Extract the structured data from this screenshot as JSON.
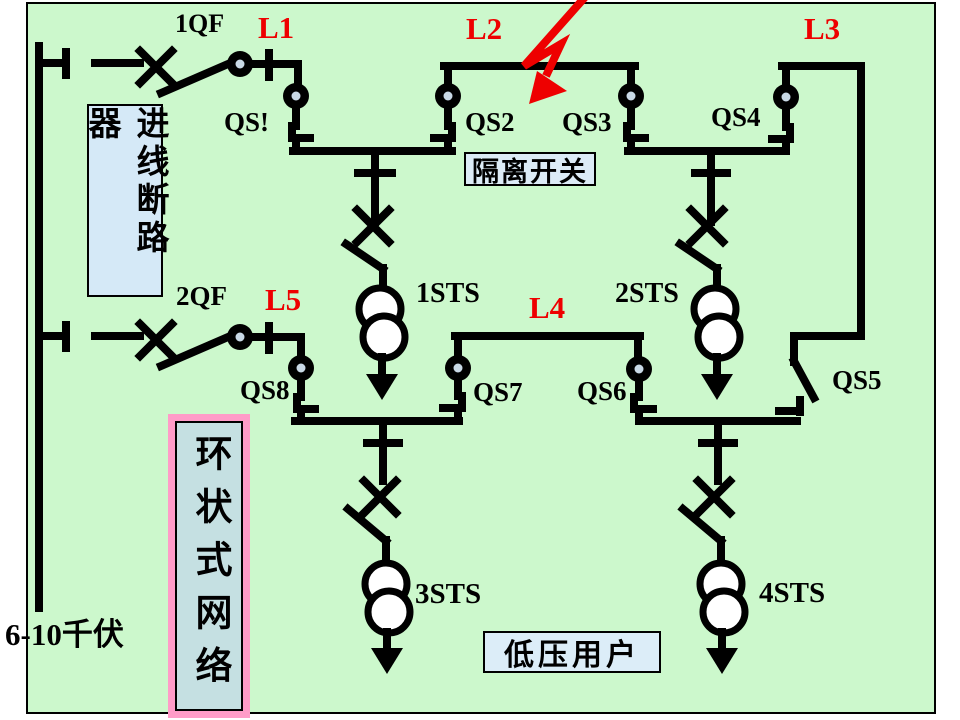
{
  "labels": {
    "qf1": "1QF",
    "qf2": "2QF",
    "l1": "L1",
    "l2": "L2",
    "l3": "L3",
    "l4": "L4",
    "l5": "L5",
    "qs1": "QS!",
    "qs2": "QS2",
    "qs3": "QS3",
    "qs4": "QS4",
    "qs5": "QS5",
    "qs6": "QS6",
    "qs7": "QS7",
    "qs8": "QS8",
    "sts1": "1STS",
    "sts2": "2STS",
    "sts3": "3STS",
    "sts4": "4STS",
    "voltage": "6-10千伏"
  },
  "callouts": {
    "incoming_breaker": "进线断路器",
    "isolating_switch": "隔离开关",
    "ring_network": "环状式网络",
    "low_voltage_users": "低压用户"
  },
  "colors": {
    "slide_bg": "#ccf8cc",
    "wire_black": "#000000",
    "label_red": "#ee0000",
    "fault_lightning_red": "#ee0000",
    "callout_blue": "#d5e9f7",
    "isolator_box_blue": "#dcebf6",
    "lv_box_blue": "#dcedf8",
    "ring_box_fill": "#c5e0e2",
    "ring_box_pink": "#ff9cc8"
  }
}
